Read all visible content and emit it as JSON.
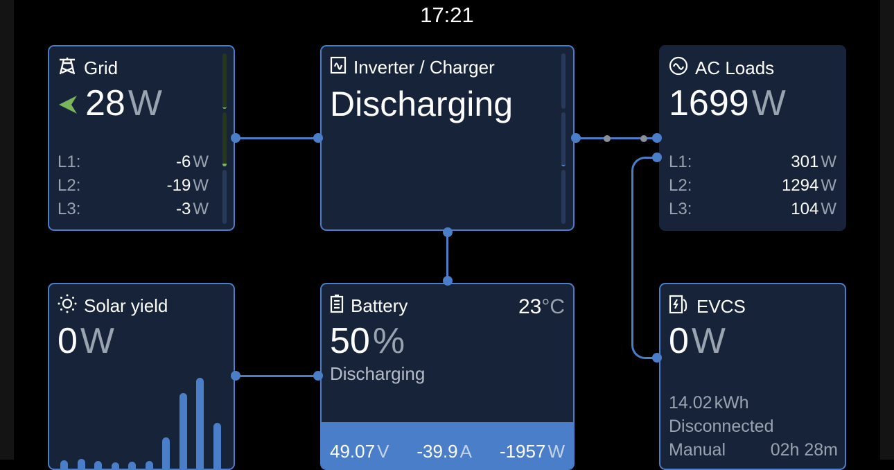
{
  "clock": "17:21",
  "grid": {
    "title": "Grid",
    "value": "28",
    "unit": "W",
    "phases": [
      {
        "label": "L1:",
        "value": "-6",
        "unit": "W"
      },
      {
        "label": "L2:",
        "value": "-19",
        "unit": "W"
      },
      {
        "label": "L3:",
        "value": "-3",
        "unit": "W"
      }
    ],
    "direction": "export-arrow"
  },
  "inverter": {
    "title": "Inverter / Charger",
    "state": "Discharging"
  },
  "ac_loads": {
    "title": "AC Loads",
    "value": "1699",
    "unit": "W",
    "phases": [
      {
        "label": "L1:",
        "value": "301",
        "unit": "W"
      },
      {
        "label": "L2:",
        "value": "1294",
        "unit": "W"
      },
      {
        "label": "L3:",
        "value": "104",
        "unit": "W"
      }
    ]
  },
  "solar": {
    "title": "Solar yield",
    "value": "0",
    "unit": "W",
    "history": [
      6,
      8,
      5,
      3,
      4,
      5,
      40,
      105,
      128,
      61
    ]
  },
  "battery": {
    "title": "Battery",
    "temp": "23",
    "temp_unit": "°C",
    "soc": "50",
    "soc_unit": "%",
    "soc_level": 50,
    "state": "Discharging",
    "voltage": "49.07",
    "voltage_unit": "V",
    "current": "-39.9",
    "current_unit": "A",
    "power": "-1957",
    "power_unit": "W"
  },
  "evcs": {
    "title": "EVCS",
    "value": "0",
    "unit": "W",
    "energy": "14.02",
    "energy_unit": "kWh",
    "status": "Disconnected",
    "mode": "Manual",
    "time": "02h 28m"
  },
  "colors": {
    "accent": "#4a7ec8",
    "panel": "#172339",
    "grid_green": "#7ab55c"
  }
}
